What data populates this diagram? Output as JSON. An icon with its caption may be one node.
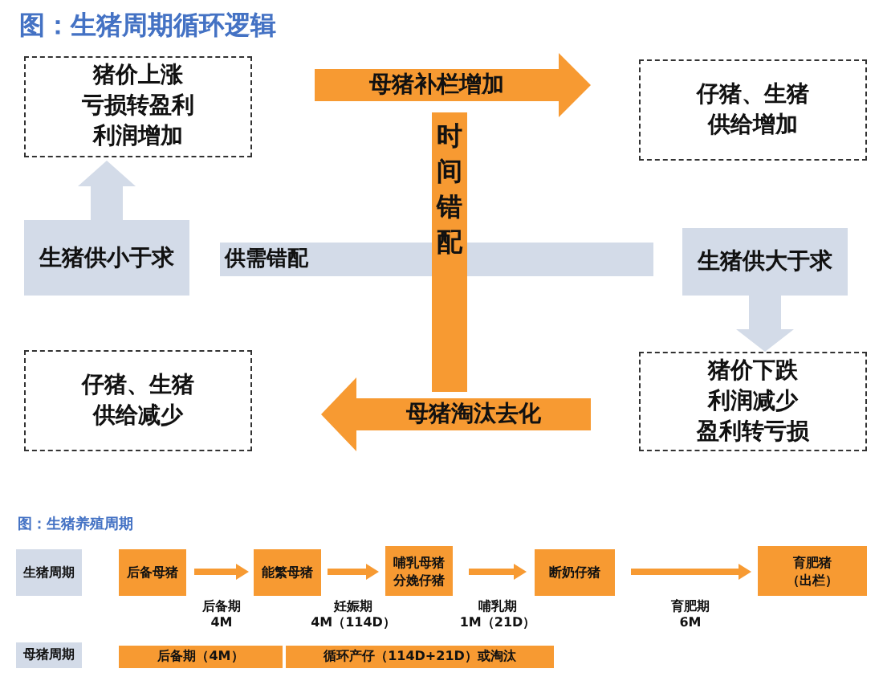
{
  "diagram": {
    "title": "图：生猪周期循环逻辑",
    "nodes": [
      {
        "text": [
          "猪价上涨",
          "亏损转盈利",
          "利润增加"
        ]
      },
      {
        "text": [
          "仔猪、生猪",
          "供给增加"
        ]
      },
      {
        "text": [
          "仔猪、生猪",
          "供给减少"
        ]
      },
      {
        "text": [
          "猪价下跌",
          "利润减少",
          "盈利转亏损"
        ]
      },
      {
        "text": [
          "生猪供小于求"
        ]
      },
      {
        "text": [
          "生猪供大于求"
        ]
      },
      {
        "text": [
          "供需错配"
        ]
      },
      {
        "text": [
          "时间错配"
        ]
      },
      {
        "text": [
          "生猪周期"
        ]
      },
      {
        "text": [
          "后备母猪"
        ]
      },
      {
        "text": [
          "能繁母猪"
        ]
      },
      {
        "text": [
          "哺乳母猪",
          "分娩仔猪"
        ]
      },
      {
        "text": [
          "断奶仔猪"
        ]
      },
      {
        "text": [
          "育肥猪",
          "（出栏）"
        ]
      },
      {
        "text": [
          "母猪周期"
        ]
      },
      {
        "text": [
          "后备期（4M）"
        ]
      },
      {
        "text": [
          "循环产仔（114D+21D）或淘汰"
        ]
      }
    ],
    "edges": [
      {
        "from": 0,
        "to": 1,
        "arrow": "to",
        "label": "母猪补栏增加"
      },
      {
        "from": 3,
        "to": 2,
        "arrow": "to",
        "label": "母猪淘汰去化"
      },
      {
        "from": 4,
        "to": 0,
        "arrow": "to",
        "color": "#d3dbe8"
      },
      {
        "from": 5,
        "to": 3,
        "arrow": "to",
        "color": "#d3dbe8"
      },
      {
        "from": 9,
        "to": 10,
        "arrow": "to",
        "label": "后备期 4M"
      },
      {
        "from": 10,
        "to": 11,
        "arrow": "to",
        "label": "妊娠期 4M（114D）"
      },
      {
        "from": 11,
        "to": 12,
        "arrow": "to",
        "label": "哺乳期 1M（21D）"
      },
      {
        "from": 12,
        "to": 13,
        "arrow": "to",
        "label": "育肥期 6M"
      }
    ],
    "labels": [
      "图：生猪养殖周期"
    ]
  }
}
